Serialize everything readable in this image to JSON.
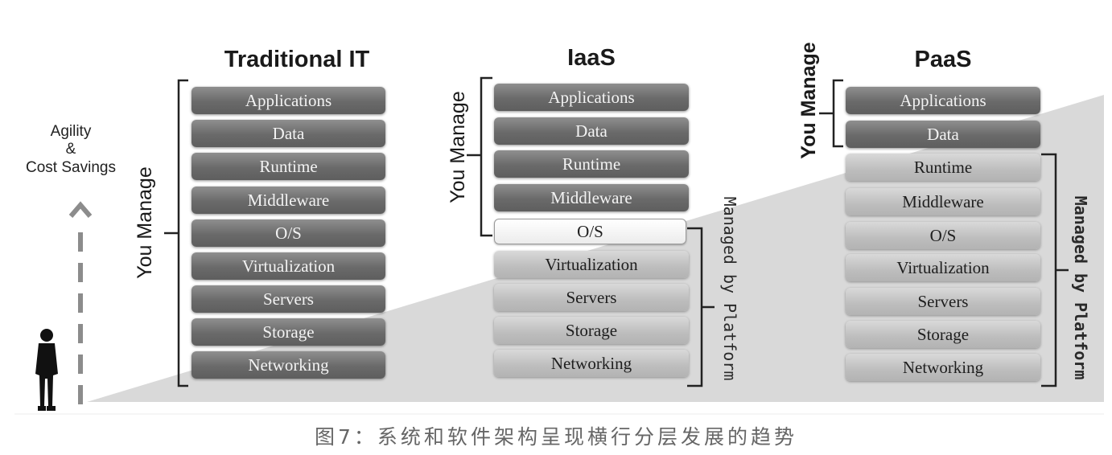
{
  "columns": [
    {
      "title": "Traditional IT",
      "layers": [
        "Applications",
        "Data",
        "Runtime",
        "Middleware",
        "O/S",
        "Virtualization",
        "Servers",
        "Storage",
        "Networking"
      ],
      "you_manage": "You Manage"
    },
    {
      "title": "IaaS",
      "layers": [
        "Applications",
        "Data",
        "Runtime",
        "Middleware",
        "O/S",
        "Virtualization",
        "Servers",
        "Storage",
        "Networking"
      ],
      "you_manage": "You Manage",
      "managed_by_platform": "Managed by Platform"
    },
    {
      "title": "PaaS",
      "layers": [
        "Applications",
        "Data",
        "Runtime",
        "Middleware",
        "O/S",
        "Virtualization",
        "Servers",
        "Storage",
        "Networking"
      ],
      "you_manage": "You Manage",
      "managed_by_platform": "Managed by Platform"
    }
  ],
  "axis": {
    "line1": "Agility",
    "line2": "&",
    "line3": "Cost Savings"
  },
  "icons": {
    "person": "businessman-silhouette-icon",
    "arrow": "dashed-up-arrow-icon"
  },
  "colors": {
    "layer_dark": "#6f6f6f",
    "layer_light": "#bdbdbd",
    "layer_white": "#f5f5f5",
    "wedge": "#d9d9d9"
  },
  "caption": "图7：系统和软件架构呈现横行分层发展的趋势"
}
